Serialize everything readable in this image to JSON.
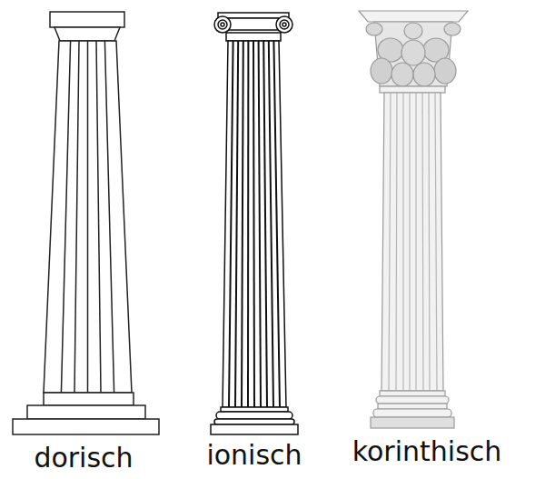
{
  "diagram": {
    "labels": [
      "dorisch",
      "ionisch",
      "korinthisch"
    ]
  }
}
